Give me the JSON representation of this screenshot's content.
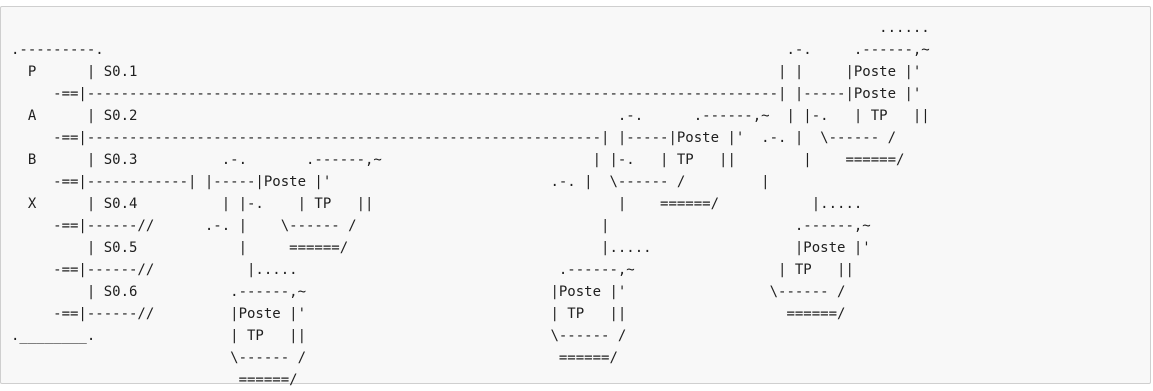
{
  "diagram": {
    "lines": [
      "                                                                                                       ......",
      ".---------.                                                                                 .-.     .------,~",
      "  P      | S0.1                                                                            | |     |Poste |'",
      "     -==|----------------------------------------------------------------------------------| |-----|Poste |'",
      "  A      | S0.2                                                         .-.      .------,~  | |-.   | TP   ||",
      "     -==|-------------------------------------------------------------| |-----|Poste |'  .-. |  \\------ /",
      "  B      | S0.3          .-.       .------,~                         | |-.   | TP   ||        |    ======/",
      "     -==|------------| |-----|Poste |'                          .-. |  \\------ /         |",
      "  X      | S0.4          | |-.    | TP   ||                             |    ======/           |.....",
      "     -==|------//      .-. |    \\------ /                             |                      .------,~",
      "         | S0.5            |     ======/                              |.....                 |Poste |'",
      "     -==|------//           |.....                               .------,~                 | TP   ||",
      "         | S0.6           .------,~                             |Poste |'                 \\------ /",
      "     -==|------//         |Poste |'                             | TP   ||                   ======/",
      ".________.                | TP   ||                             \\------ /",
      "                          \\------ /                              ======/",
      "                           ======/"
    ]
  }
}
